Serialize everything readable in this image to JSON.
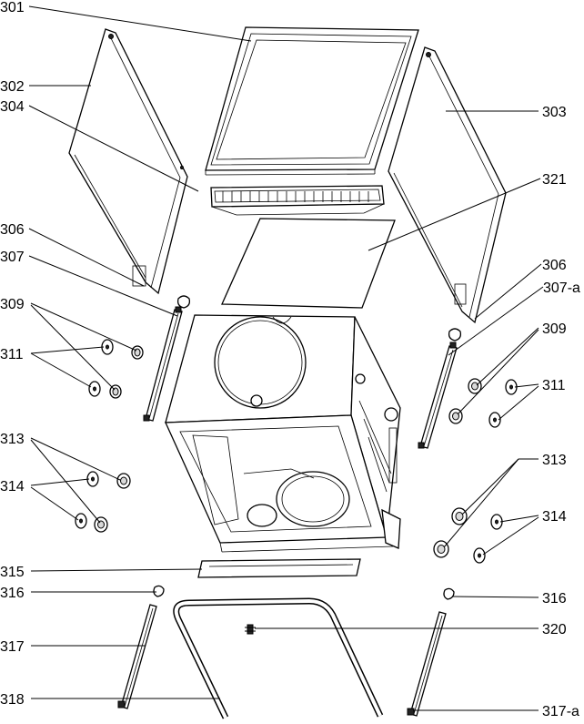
{
  "diagram": {
    "labels": {
      "l301": "301",
      "l302": "302",
      "l303": "303",
      "l304": "304",
      "l306a": "306",
      "l306b": "306",
      "l307": "307",
      "l307a": "307-a",
      "l309a": "309",
      "l309b": "309",
      "l311a": "311",
      "l311b": "311",
      "l313a": "313",
      "l313b": "313",
      "l314a": "314",
      "l314b": "314",
      "l315": "315",
      "l316a": "316",
      "l316b": "316",
      "l317": "317",
      "l317a": "317-a",
      "l318": "318",
      "l320": "320",
      "l321": "321"
    }
  }
}
